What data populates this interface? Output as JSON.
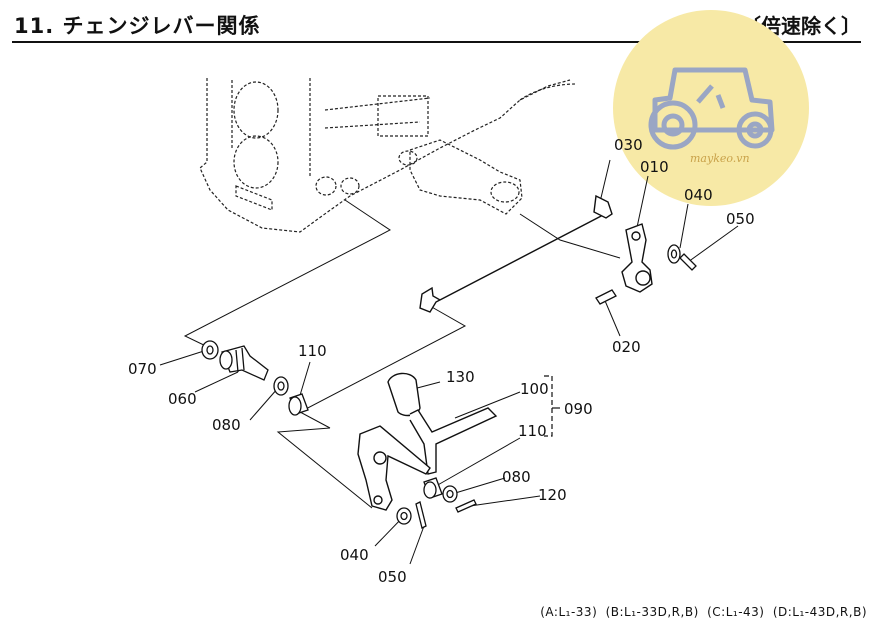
{
  "header": {
    "title": "11. チェンジレバー関係",
    "note": "〔倍速除く〕"
  },
  "watermark": {
    "text": "maykeo.vn",
    "color": "#f7e9a6"
  },
  "parts": {
    "p010": "010",
    "p020": "020",
    "p030": "030",
    "p040a": "040",
    "p040b": "040",
    "p050a": "050",
    "p050b": "050",
    "p060": "060",
    "p070": "070",
    "p080a": "080",
    "p080b": "080",
    "p090": "090",
    "p100": "100",
    "p110a": "110",
    "p110b": "110",
    "p120": "120",
    "p130": "130"
  },
  "footer": {
    "a": "(A:L₁-33)",
    "b": "(B:L₁-33D,R,B)",
    "c": "(C:L₁-43)",
    "d": "(D:L₁-43D,R,B)"
  }
}
